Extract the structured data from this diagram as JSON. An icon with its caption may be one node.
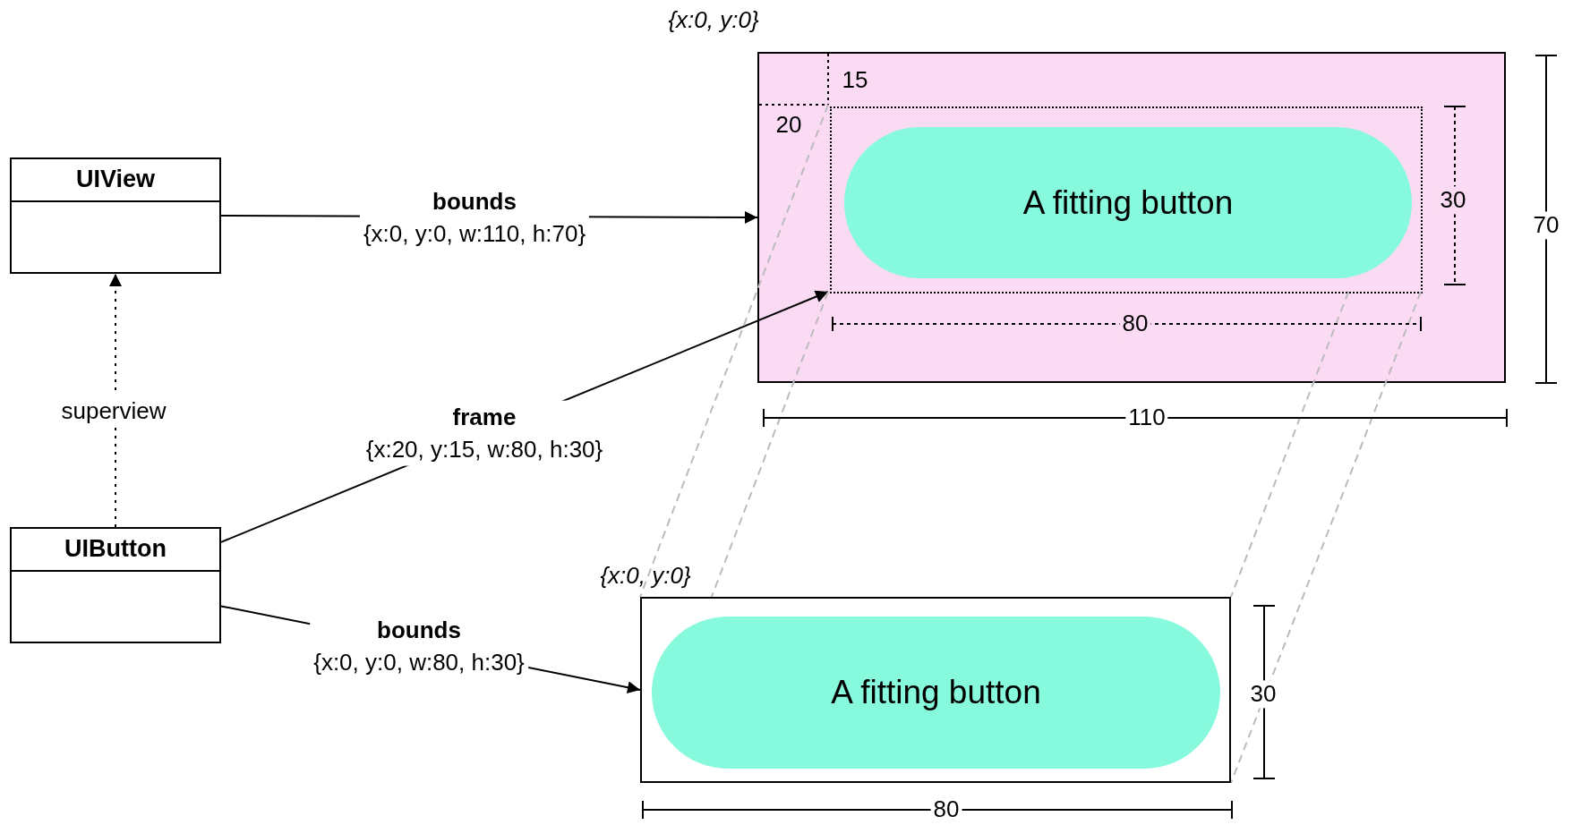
{
  "diagram": {
    "nodes": [
      {
        "text": [
          "UIView"
        ]
      },
      {
        "text": [
          "UIButton"
        ]
      },
      {
        "text": [],
        "shape": "box",
        "beside": [
          "{x:0, y:0}"
        ]
      },
      {
        "text": [],
        "shape": "box",
        "in": 2
      },
      {
        "text": [
          "A fitting button"
        ],
        "in": 3
      },
      {
        "text": [],
        "shape": "box",
        "beside": [
          "{x:0, y:0}"
        ]
      },
      {
        "text": [
          "A fitting button"
        ],
        "in": 5
      }
    ],
    "edges": [
      {
        "from": 0,
        "to": 2,
        "arrow": "to",
        "label": "**bounds** {x:0, y:0, w:110, h:70}"
      },
      {
        "from": 1,
        "to": 0,
        "arrow": "to",
        "style": "dashed",
        "label": "superview"
      },
      {
        "from": 1,
        "to": 3,
        "arrow": "to",
        "label": "**frame** {x:20, y:15, w:80, h:30}"
      },
      {
        "from": 1,
        "to": 5,
        "arrow": "to",
        "label": "**bounds** {x:0, y:0, w:80, h:30}"
      },
      {
        "from": 3,
        "to": 5,
        "arrow": "none",
        "style": "dashed",
        "color": "#bbbbbb"
      },
      {
        "from": 3,
        "to": 5,
        "arrow": "none",
        "style": "dashed",
        "color": "#bbbbbb"
      },
      {
        "from": 3,
        "to": 5,
        "arrow": "none",
        "style": "dashed",
        "color": "#bbbbbb"
      },
      {
        "from": 3,
        "to": 5,
        "arrow": "none",
        "style": "dashed",
        "color": "#bbbbbb"
      }
    ],
    "labels": [
      "15",
      "20",
      "30",
      "70",
      "80",
      "110",
      "30",
      "80"
    ]
  }
}
